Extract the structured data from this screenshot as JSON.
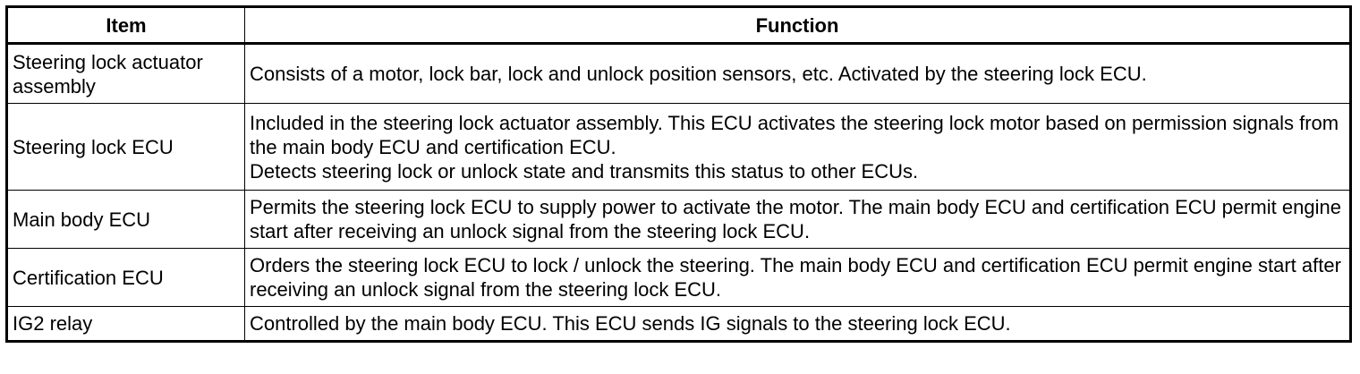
{
  "table": {
    "headers": [
      "Item",
      "Function"
    ],
    "rows": [
      {
        "item": "Steering lock actuator assembly",
        "function": [
          "Consists of a motor, lock bar, lock and unlock position sensors, etc. Activated by the steering lock ECU."
        ]
      },
      {
        "item": "Steering lock ECU",
        "function": [
          "Included in the steering lock actuator assembly. This ECU activates the steering lock motor based on permission signals from the main body ECU and certification ECU.",
          "Detects steering lock or unlock state and transmits this status to other ECUs."
        ]
      },
      {
        "item": "Main body ECU",
        "function": [
          "Permits the steering lock ECU to supply power to activate the motor. The main body ECU and certification ECU permit engine start after receiving an unlock signal from the steering lock ECU."
        ]
      },
      {
        "item": "Certification ECU",
        "function": [
          "Orders the steering lock ECU to lock / unlock the steering. The main body ECU and certification ECU permit engine start after receiving an unlock signal from the steering lock ECU."
        ]
      },
      {
        "item": "IG2 relay",
        "function": [
          "Controlled by the main body ECU. This ECU sends IG signals to the steering lock ECU."
        ]
      }
    ]
  }
}
